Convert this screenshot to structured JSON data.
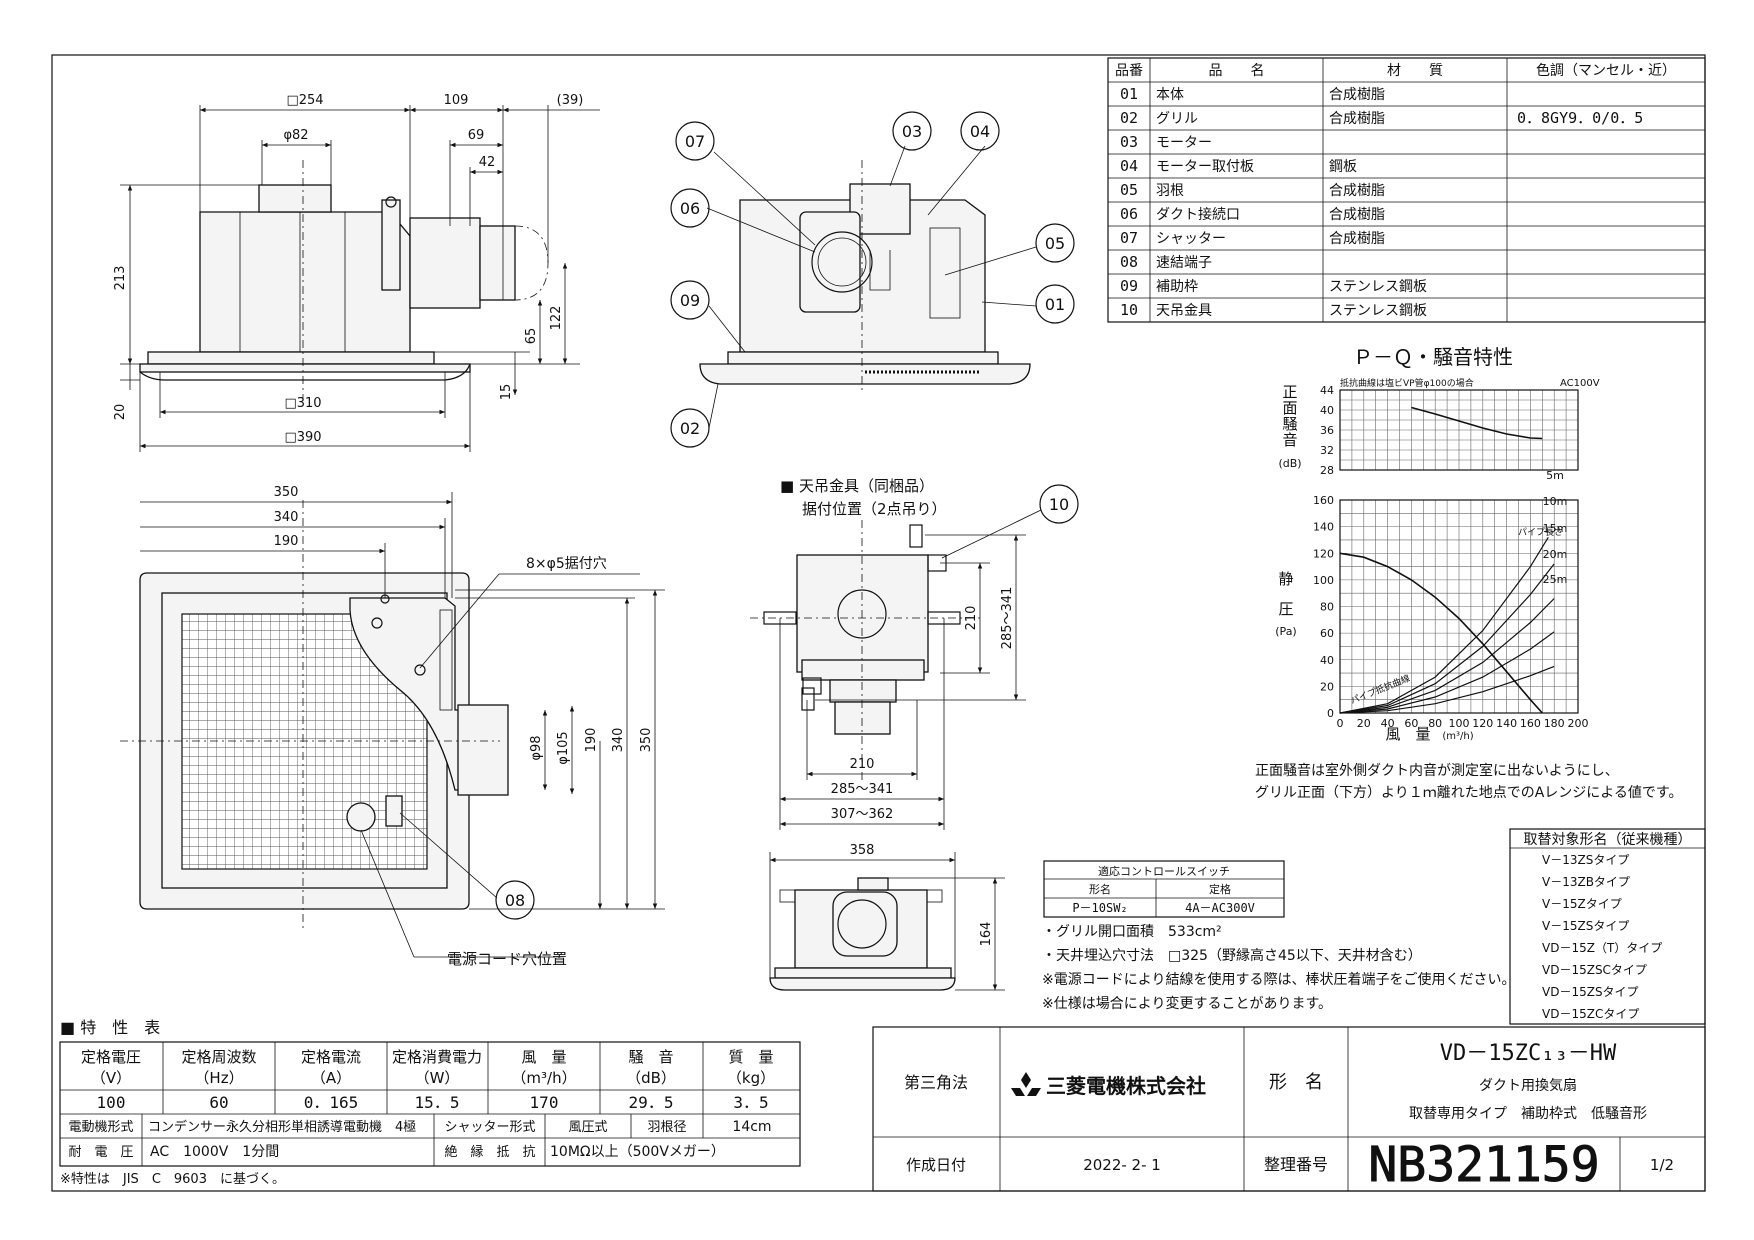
{
  "parts_table": {
    "headers": [
      "品番",
      "品　　名",
      "材　　質",
      "色調（マンセル・近）"
    ],
    "rows": [
      [
        "01",
        "本体",
        "合成樹脂",
        ""
      ],
      [
        "02",
        "グリル",
        "合成樹脂",
        "0．8GY9．0/0．5"
      ],
      [
        "03",
        "モーター",
        "",
        ""
      ],
      [
        "04",
        "モーター取付板",
        "鋼板",
        ""
      ],
      [
        "05",
        "羽根",
        "合成樹脂",
        ""
      ],
      [
        "06",
        "ダクト接続口",
        "合成樹脂",
        ""
      ],
      [
        "07",
        "シャッター",
        "合成樹脂",
        ""
      ],
      [
        "08",
        "速結端子",
        "",
        ""
      ],
      [
        "09",
        "補助枠",
        "ステンレス鋼板",
        ""
      ],
      [
        "10",
        "天吊金具",
        "ステンレス鋼板",
        ""
      ]
    ]
  },
  "side_view": {
    "dims_top": [
      "□254",
      "109",
      "(39)",
      "φ82",
      "69",
      "42"
    ],
    "dims_left": [
      "213",
      "20"
    ],
    "dims_right": [
      "122",
      "65",
      "15"
    ],
    "dims_bottom": [
      "□310",
      "□390"
    ]
  },
  "exploded_view": {
    "callouts": [
      "07",
      "06",
      "03",
      "04",
      "05",
      "09",
      "01",
      "02"
    ]
  },
  "bottom_view": {
    "dims_top": [
      "350",
      "340",
      "190"
    ],
    "hole_label": "8×φ5据付穴",
    "dims_right": [
      "φ98",
      "φ105",
      "190",
      "340",
      "350"
    ],
    "callout": "08",
    "cord_label": "電源コード穴位置"
  },
  "hanger_view": {
    "title": "■ 天吊金具（同梱品）",
    "subtitle": "据付位置（2点吊り）",
    "callout": "10",
    "dims_right": [
      "210",
      "285～341"
    ],
    "dims_bottom": [
      "210",
      "285～341",
      "307～362"
    ]
  },
  "front_view": {
    "dim_width": "358",
    "dim_height": "164"
  },
  "pq_chart": {
    "title": "Ｐ－Ｑ・騒音特性",
    "note_left": "抵抗曲線は塩ビVP管φ100の場合",
    "note_right": "AC100V",
    "noise_ylabel": [
      "正",
      "面",
      "騒",
      "音"
    ],
    "noise_unit": "(dB)",
    "pressure_ylabel": [
      "静",
      "圧"
    ],
    "pressure_unit": "(Pa)",
    "xlabel": "風　量",
    "xunit": "(m³/h)",
    "pipe_header": "パイプ長さ",
    "pipe_lengths": [
      "25m",
      "20m",
      "15m",
      "10m",
      "5m"
    ],
    "resistance_label": "パイプ抵抗曲線"
  },
  "chart_data": {
    "type": "line",
    "x_range": [
      0,
      200
    ],
    "x_ticks": [
      0,
      20,
      40,
      60,
      80,
      100,
      120,
      140,
      160,
      180,
      200
    ],
    "noise_y_range": [
      28,
      44
    ],
    "noise_y_ticks": [
      28,
      32,
      36,
      40,
      44
    ],
    "pressure_y_range": [
      0,
      160
    ],
    "pressure_y_ticks": [
      0,
      20,
      40,
      60,
      80,
      100,
      120,
      140,
      160
    ],
    "noise_series": {
      "x": [
        60,
        80,
        100,
        120,
        140,
        160,
        170
      ],
      "y": [
        40.5,
        39.2,
        37.8,
        36.4,
        35.2,
        34.4,
        34.3
      ]
    },
    "pq_series": {
      "x": [
        0,
        20,
        40,
        60,
        80,
        100,
        120,
        140,
        160,
        170
      ],
      "y": [
        120,
        117,
        110,
        100,
        87,
        71,
        52,
        31,
        10,
        0
      ]
    },
    "resistance_series": [
      {
        "name": "25m",
        "x": [
          0,
          40,
          80,
          120,
          160,
          175
        ],
        "y": [
          0,
          7,
          27,
          62,
          110,
          132
        ]
      },
      {
        "name": "20m",
        "x": [
          0,
          40,
          80,
          120,
          160,
          180
        ],
        "y": [
          0,
          5.6,
          22,
          50,
          89,
          112
        ]
      },
      {
        "name": "15m",
        "x": [
          0,
          40,
          80,
          120,
          160,
          180
        ],
        "y": [
          0,
          4.3,
          17,
          38,
          68,
          86
        ]
      },
      {
        "name": "10m",
        "x": [
          0,
          40,
          80,
          120,
          160,
          180
        ],
        "y": [
          0,
          3,
          12,
          27,
          48,
          61
        ]
      },
      {
        "name": "5m",
        "x": [
          0,
          40,
          80,
          120,
          160,
          180
        ],
        "y": [
          0,
          1.7,
          7,
          16,
          28,
          35
        ]
      }
    ]
  },
  "chart_note": [
    "正面騒音は室外側ダクト内音が測定室に出ないようにし、",
    "グリル正面（下方）より１ｍ離れた地点でのAレンジによる値です。"
  ],
  "replacement": {
    "title": "取替対象形名（従来機種）",
    "models": [
      "V－13ZSタイプ",
      "V－13ZBタイプ",
      "V－15Zタイプ",
      "V－15ZSタイプ",
      "VD－15Z（T）タイプ",
      "VD－15ZSCタイプ",
      "VD－15ZSタイプ",
      "VD－15ZCタイプ"
    ]
  },
  "control_switch": {
    "title": "適応コントロールスイッチ",
    "col1": "形名",
    "col2": "定格",
    "model": "P－10SW₂",
    "rating": "4A－AC300V"
  },
  "spec_notes": [
    "・グリル開口面積　533cm²",
    "・天井埋込穴寸法　□325（野縁高さ45以下、天井材含む）",
    "※電源コードにより結線を使用する際は、棒状圧着端子をご使用ください。",
    "※仕様は場合により変更することがあります。"
  ],
  "characteristics": {
    "title": "■ 特　性　表",
    "headers": [
      "定格電圧",
      "定格周波数",
      "定格電流",
      "定格消費電力",
      "風　量",
      "騒　音",
      "質　量"
    ],
    "units": [
      "（V）",
      "（Hz）",
      "（A）",
      "（W）",
      "（m³/h）",
      "（dB）",
      "（kg）"
    ],
    "values": [
      "100",
      "60",
      "0．165",
      "15．5",
      "170",
      "29．5",
      "3．5"
    ],
    "row_motor_label": "電動機形式",
    "row_motor_value": "コンデンサー永久分相形単相誘導電動機　4極",
    "row_shutter_label": "シャッター形式",
    "row_shutter_value": "風圧式",
    "row_blade_label": "羽根径",
    "row_blade_value": "14cm",
    "row_voltage_label": "耐　電　圧",
    "row_voltage_value": "AC　1000V　1分間",
    "row_insul_label": "絶　縁　抵　抗",
    "row_insul_value": "10MΩ以上（500Vメガー）",
    "footnote": "※特性は　JIS　C　9603　に基づく。"
  },
  "title_block": {
    "projection": "第三角法",
    "company": "三菱電機株式会社",
    "model_label": "形　名",
    "model": "VD－15ZC₁₃－HW",
    "desc1": "ダクト用換気扇",
    "desc2": "取替専用タイプ　補助枠式　低騒音形",
    "date_label": "作成日付",
    "date": "2022- 2- 1",
    "num_label": "整理番号",
    "drawing_no": "NB321159",
    "page": "1/2"
  }
}
